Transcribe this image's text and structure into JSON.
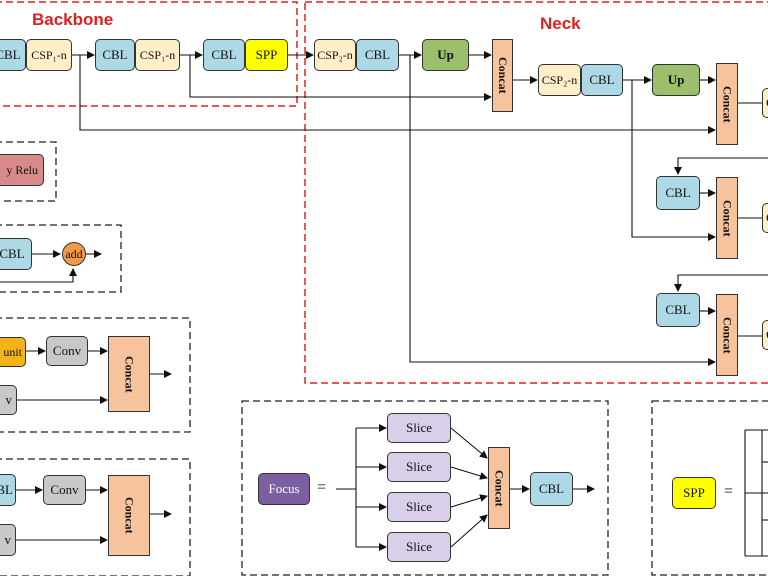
{
  "sections": {
    "backbone": "Backbone",
    "neck": "Neck"
  },
  "nodes": {
    "cbl": "CBL",
    "csp1": "CSP₁-n",
    "csp2": "CSP₂-n",
    "spp": "SPP",
    "up": "Up",
    "concat": "Concat",
    "conv": "Conv",
    "slice": "Slice",
    "focus": "Focus",
    "add": "add",
    "leaky_relu_fragment": "y Relu",
    "res_unit_fragment": "unit",
    "conv_fragment": "v",
    "cbl_fragment": "BL",
    "cbl_fragment2": "CBL",
    "c_fragment": "C"
  },
  "symbols": {
    "equals": "="
  },
  "colors": {
    "cbl": "#add8e6",
    "csp": "#fdefc8",
    "spp": "#ffff00",
    "up": "#9bbf6a",
    "concat": "#f6c39c",
    "conv": "#c8c8c8",
    "slice": "#d9cfe8",
    "focus": "#7b5fa0",
    "relu": "#d88a8a",
    "res_unit": "#f6b318",
    "add": "#f29a4c",
    "dash_red": "#e02020"
  }
}
